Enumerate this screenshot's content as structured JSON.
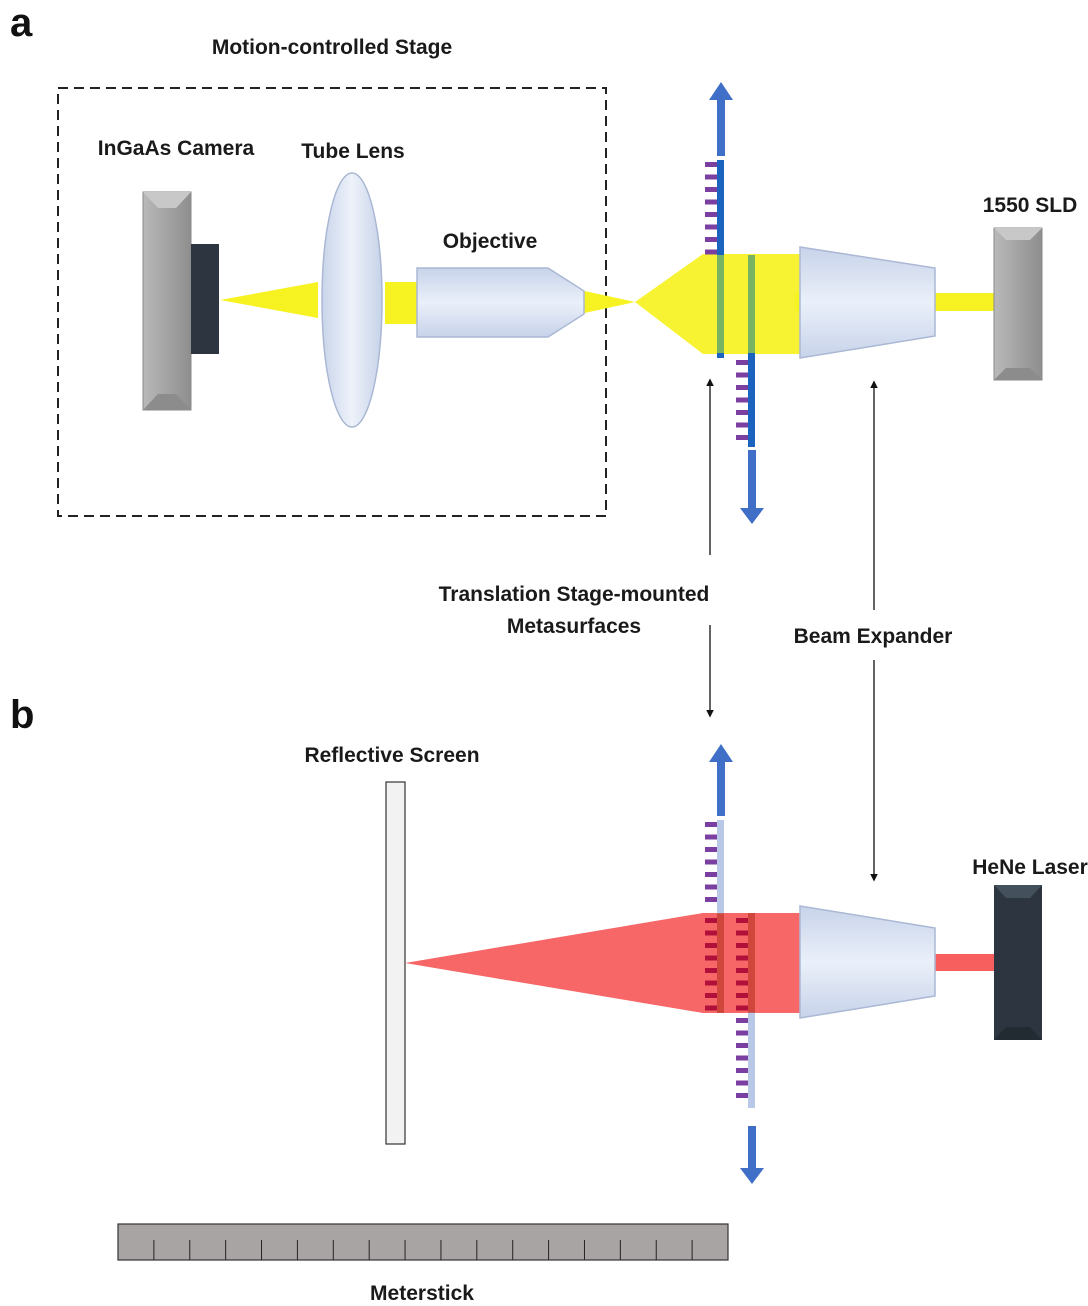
{
  "panels": {
    "a": {
      "letter": "a",
      "stage_label": "Motion-controlled Stage",
      "camera_label": "InGaAs Camera",
      "tube_lens_label": "Tube Lens",
      "objective_label": "Objective",
      "source_label": "1550 SLD"
    },
    "b": {
      "letter": "b",
      "screen_label": "Reflective Screen",
      "laser_label": "HeNe Laser",
      "meterstick_label": "Meterstick"
    }
  },
  "shared_labels": {
    "metasurfaces_line1": "Translation Stage-mounted",
    "metasurfaces_line2": "Metasurfaces",
    "beam_expander": "Beam Expander"
  },
  "colors": {
    "beam_ir": "#f7f221",
    "beam_red": "#f75f5f",
    "arrow_blue": "#3f6fc6",
    "metasurface_purple": "#7a3fa0",
    "substrate_blue": "#1a64c0",
    "camera_sensor": "#2d3640",
    "device_gray": "#a8a8a8"
  }
}
